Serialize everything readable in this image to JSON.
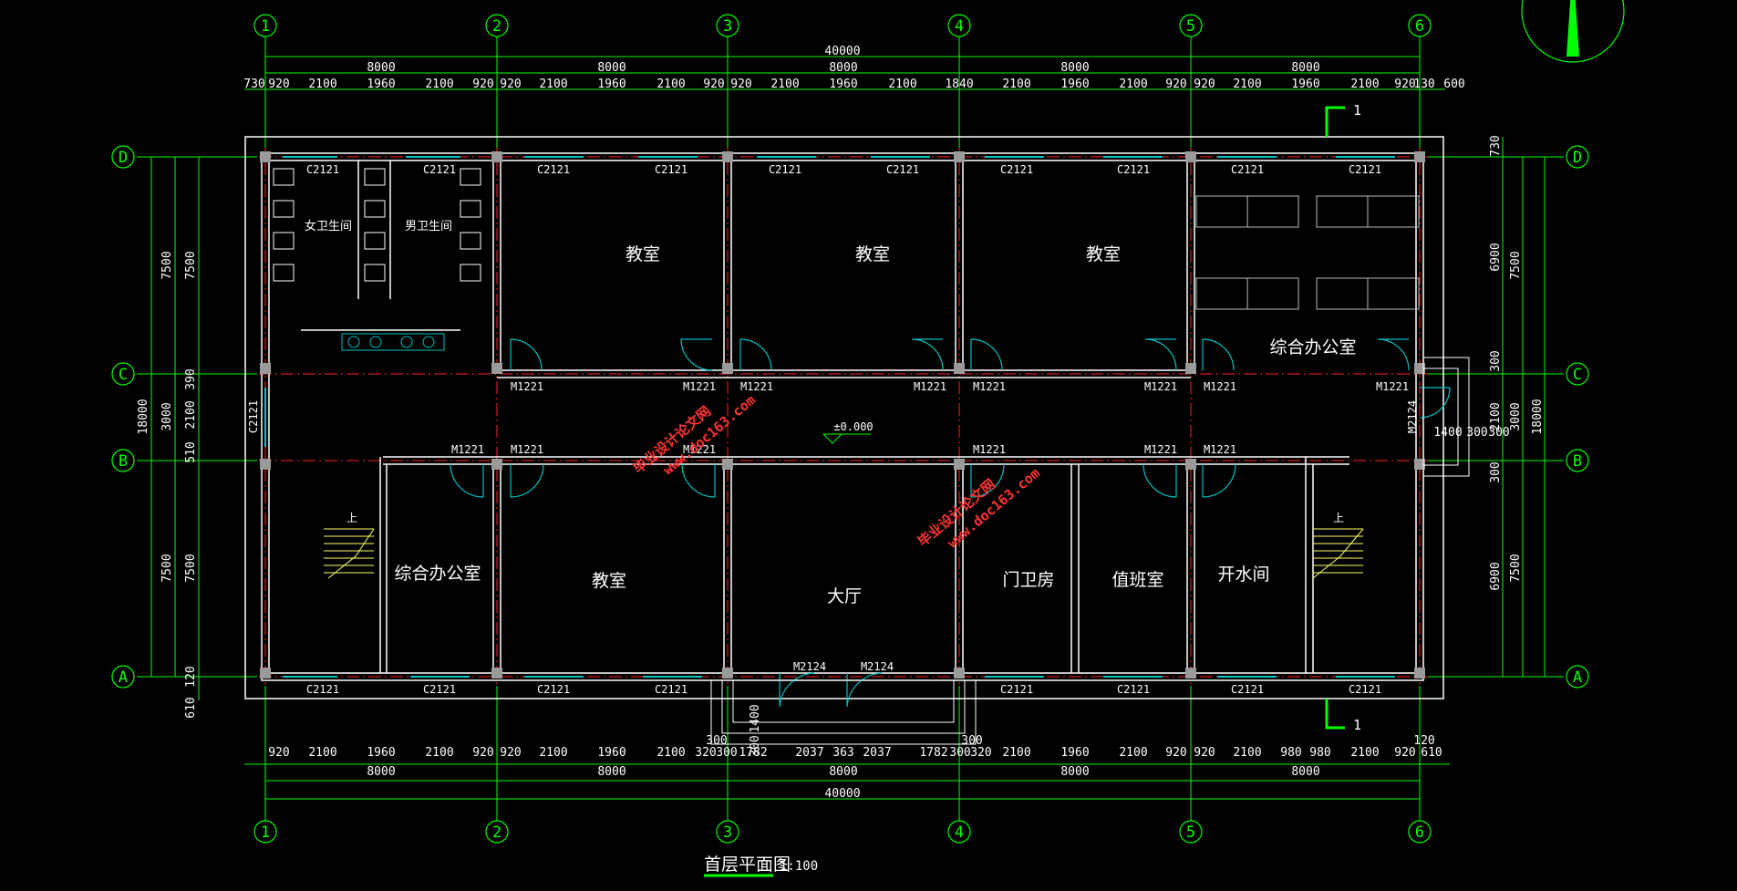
{
  "title": {
    "text": "首层平面图",
    "scale": "1:100"
  },
  "axes": {
    "columns": [
      "1",
      "2",
      "3",
      "4",
      "5",
      "6"
    ],
    "rows": [
      "D",
      "C",
      "B",
      "A"
    ]
  },
  "dims_top": {
    "total": "40000",
    "bays": [
      "8000",
      "8000",
      "8000",
      "8000",
      "8000"
    ],
    "segments": [
      "730",
      "920",
      "2100",
      "1960",
      "2100",
      "920",
      "920",
      "2100",
      "1960",
      "2100",
      "920",
      "920",
      "2100",
      "1960",
      "2100",
      "1840",
      "2100",
      "1960",
      "2100",
      "920",
      "920",
      "2100",
      "1960",
      "2100",
      "920",
      "130",
      "600"
    ]
  },
  "dims_bottom": {
    "total": "40000",
    "bays": [
      "8000",
      "8000",
      "8000",
      "8000",
      "8000"
    ],
    "segments": [
      "920",
      "2100",
      "1960",
      "2100",
      "920",
      "920",
      "2100",
      "1960",
      "2100",
      "320",
      "300",
      "1782",
      "2037",
      "363",
      "2037",
      "1782",
      "300",
      "320",
      "2100",
      "1960",
      "2100",
      "920",
      "920",
      "2100",
      "980",
      "980",
      "2100",
      "920",
      "610"
    ],
    "extra": [
      "300",
      "300",
      "1400",
      "300",
      "120"
    ]
  },
  "dims_left": {
    "outer": "18000",
    "mid": [
      "7500",
      "3000",
      "7500"
    ],
    "inner": [
      "7500",
      "390",
      "2100",
      "510",
      "7500",
      "120",
      "610"
    ]
  },
  "dims_right": {
    "outer": "18000",
    "mid": [
      "7500",
      "3000",
      "7500"
    ],
    "inner": [
      "730",
      "6900",
      "300",
      "2100",
      "300",
      "6900"
    ],
    "stairs": [
      "1400",
      "300",
      "300"
    ]
  },
  "rooms": {
    "female_wc": "女卫生间",
    "male_wc": "男卫生间",
    "classroom": "教室",
    "office": "综合办公室",
    "hall": "大厅",
    "guard": "门卫房",
    "duty": "值班室",
    "water": "开水间"
  },
  "stair_label": "上",
  "level": "±0.000",
  "windows": {
    "c2121": "C2121"
  },
  "doors": {
    "m1221": "M1221",
    "m2124": "M2124"
  },
  "section": "1",
  "watermark": {
    "name": "毕业设计论文网",
    "url": "www.doc163.com"
  },
  "colors": {
    "axis": "#00ff00",
    "wall": "#ffffff",
    "axisline": "#ff2020",
    "window": "#00c0c0",
    "stair": "#ffff66"
  }
}
